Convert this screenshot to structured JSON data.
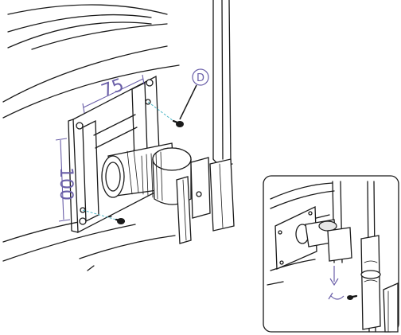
{
  "dimensions": {
    "width_label": "75",
    "height_label": "100"
  },
  "callout": {
    "label": "D"
  },
  "icons": [
    "screw-icon",
    "vesa-plate-icon",
    "arm-joint-icon"
  ]
}
